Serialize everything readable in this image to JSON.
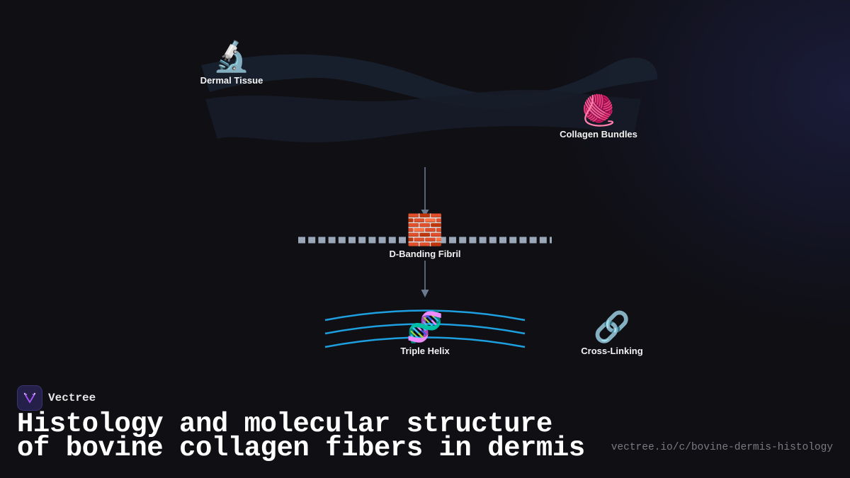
{
  "diagram": {
    "nodes": [
      {
        "id": "dermal-tissue",
        "label": "Dermal Tissue",
        "icon": "microscope-icon",
        "glyph": "🔬"
      },
      {
        "id": "collagen-bundles",
        "label": "Collagen Bundles",
        "icon": "yarn-ball-icon",
        "glyph": "🧶"
      },
      {
        "id": "d-banding-fibril",
        "label": "D-Banding Fibril",
        "icon": "brick-icon",
        "glyph": "🧱"
      },
      {
        "id": "triple-helix",
        "label": "Triple Helix",
        "icon": "dna-icon",
        "glyph": "🧬"
      },
      {
        "id": "cross-linking",
        "label": "Cross-Linking",
        "icon": "link-icon",
        "glyph": "🔗"
      }
    ],
    "edges": [
      {
        "from": "collagen-bundles",
        "to": "d-banding-fibril"
      },
      {
        "from": "d-banding-fibril",
        "to": "triple-helix"
      }
    ],
    "colors": {
      "background": "#0f0f14",
      "band": "#1a2230",
      "arrow": "#6b7a8f",
      "fibril_dash": "#9aa7b8",
      "helix_strand": "#1ea0e0",
      "brand_accent": "#a855f7"
    }
  },
  "footer": {
    "brand_name": "Vectree",
    "title": "Histology and molecular structure of bovine collagen fibers in dermis",
    "url": "vectree.io/c/bovine-dermis-histology"
  }
}
